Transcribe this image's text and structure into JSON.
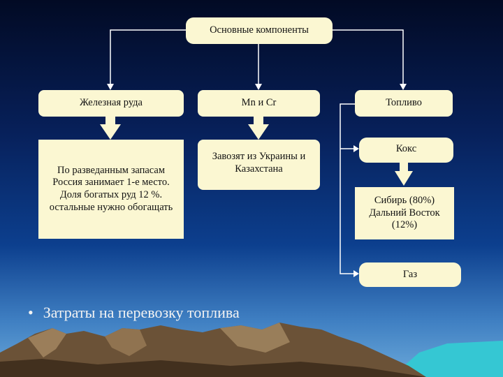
{
  "diagram": {
    "root": "Основные компоненты",
    "iron_ore": "Железная руда",
    "iron_ore_note": "По разведанным запасам Россия занимает 1-е место. Доля богатых руд 12 %. остальные нужно обогащать",
    "mn_cr": "Mn и Cr",
    "mn_cr_note": "Завозят из Украины и Казахстана",
    "fuel": "Топливо",
    "coke": "Кокс",
    "coke_note": "Сибирь (80%) Дальний Восток (12%)",
    "gas": "Газ"
  },
  "bullet": {
    "symbol": "•",
    "text": "Затраты на перевозку топлива"
  },
  "colors": {
    "box_fill": "#fbf7d2",
    "connector": "#ffffff",
    "bullet_text": "#f3f3f3"
  }
}
